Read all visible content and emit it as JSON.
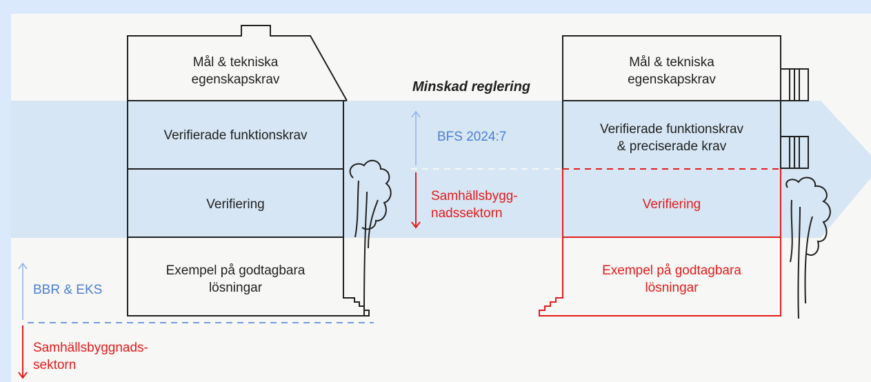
{
  "left_building": {
    "roof_label": "Mål & tekniska\negenskapskrav",
    "functional_label": "Verifierade funktionskrav",
    "verification_label": "Verifiering",
    "examples_label": "Exempel på godtagbara\nlösningar"
  },
  "right_building": {
    "roof_label": "Mål & tekniska\negenskapskrav",
    "functional_label": "Verifierade funktionskrav\n& preciserade krav",
    "verification_label": "Verifiering",
    "examples_label": "Exempel på godtagbara\nlösningar"
  },
  "middle": {
    "title": "Minskad reglering",
    "regulation_label": "BFS 2024:7",
    "sector_label": "Samhällsbygg-\nnadssektorn"
  },
  "bottom_left": {
    "regulation_label": "BBR & EKS",
    "sector_label": "Samhällsbyggnads-\nsektorn"
  },
  "colors": {
    "background": "#dbe9fd",
    "panel": "#f7f7f5",
    "band": "#d6e6f4",
    "red": "#e31b1b",
    "blue": "#4a7fd6",
    "ink": "#1f1f1f"
  }
}
